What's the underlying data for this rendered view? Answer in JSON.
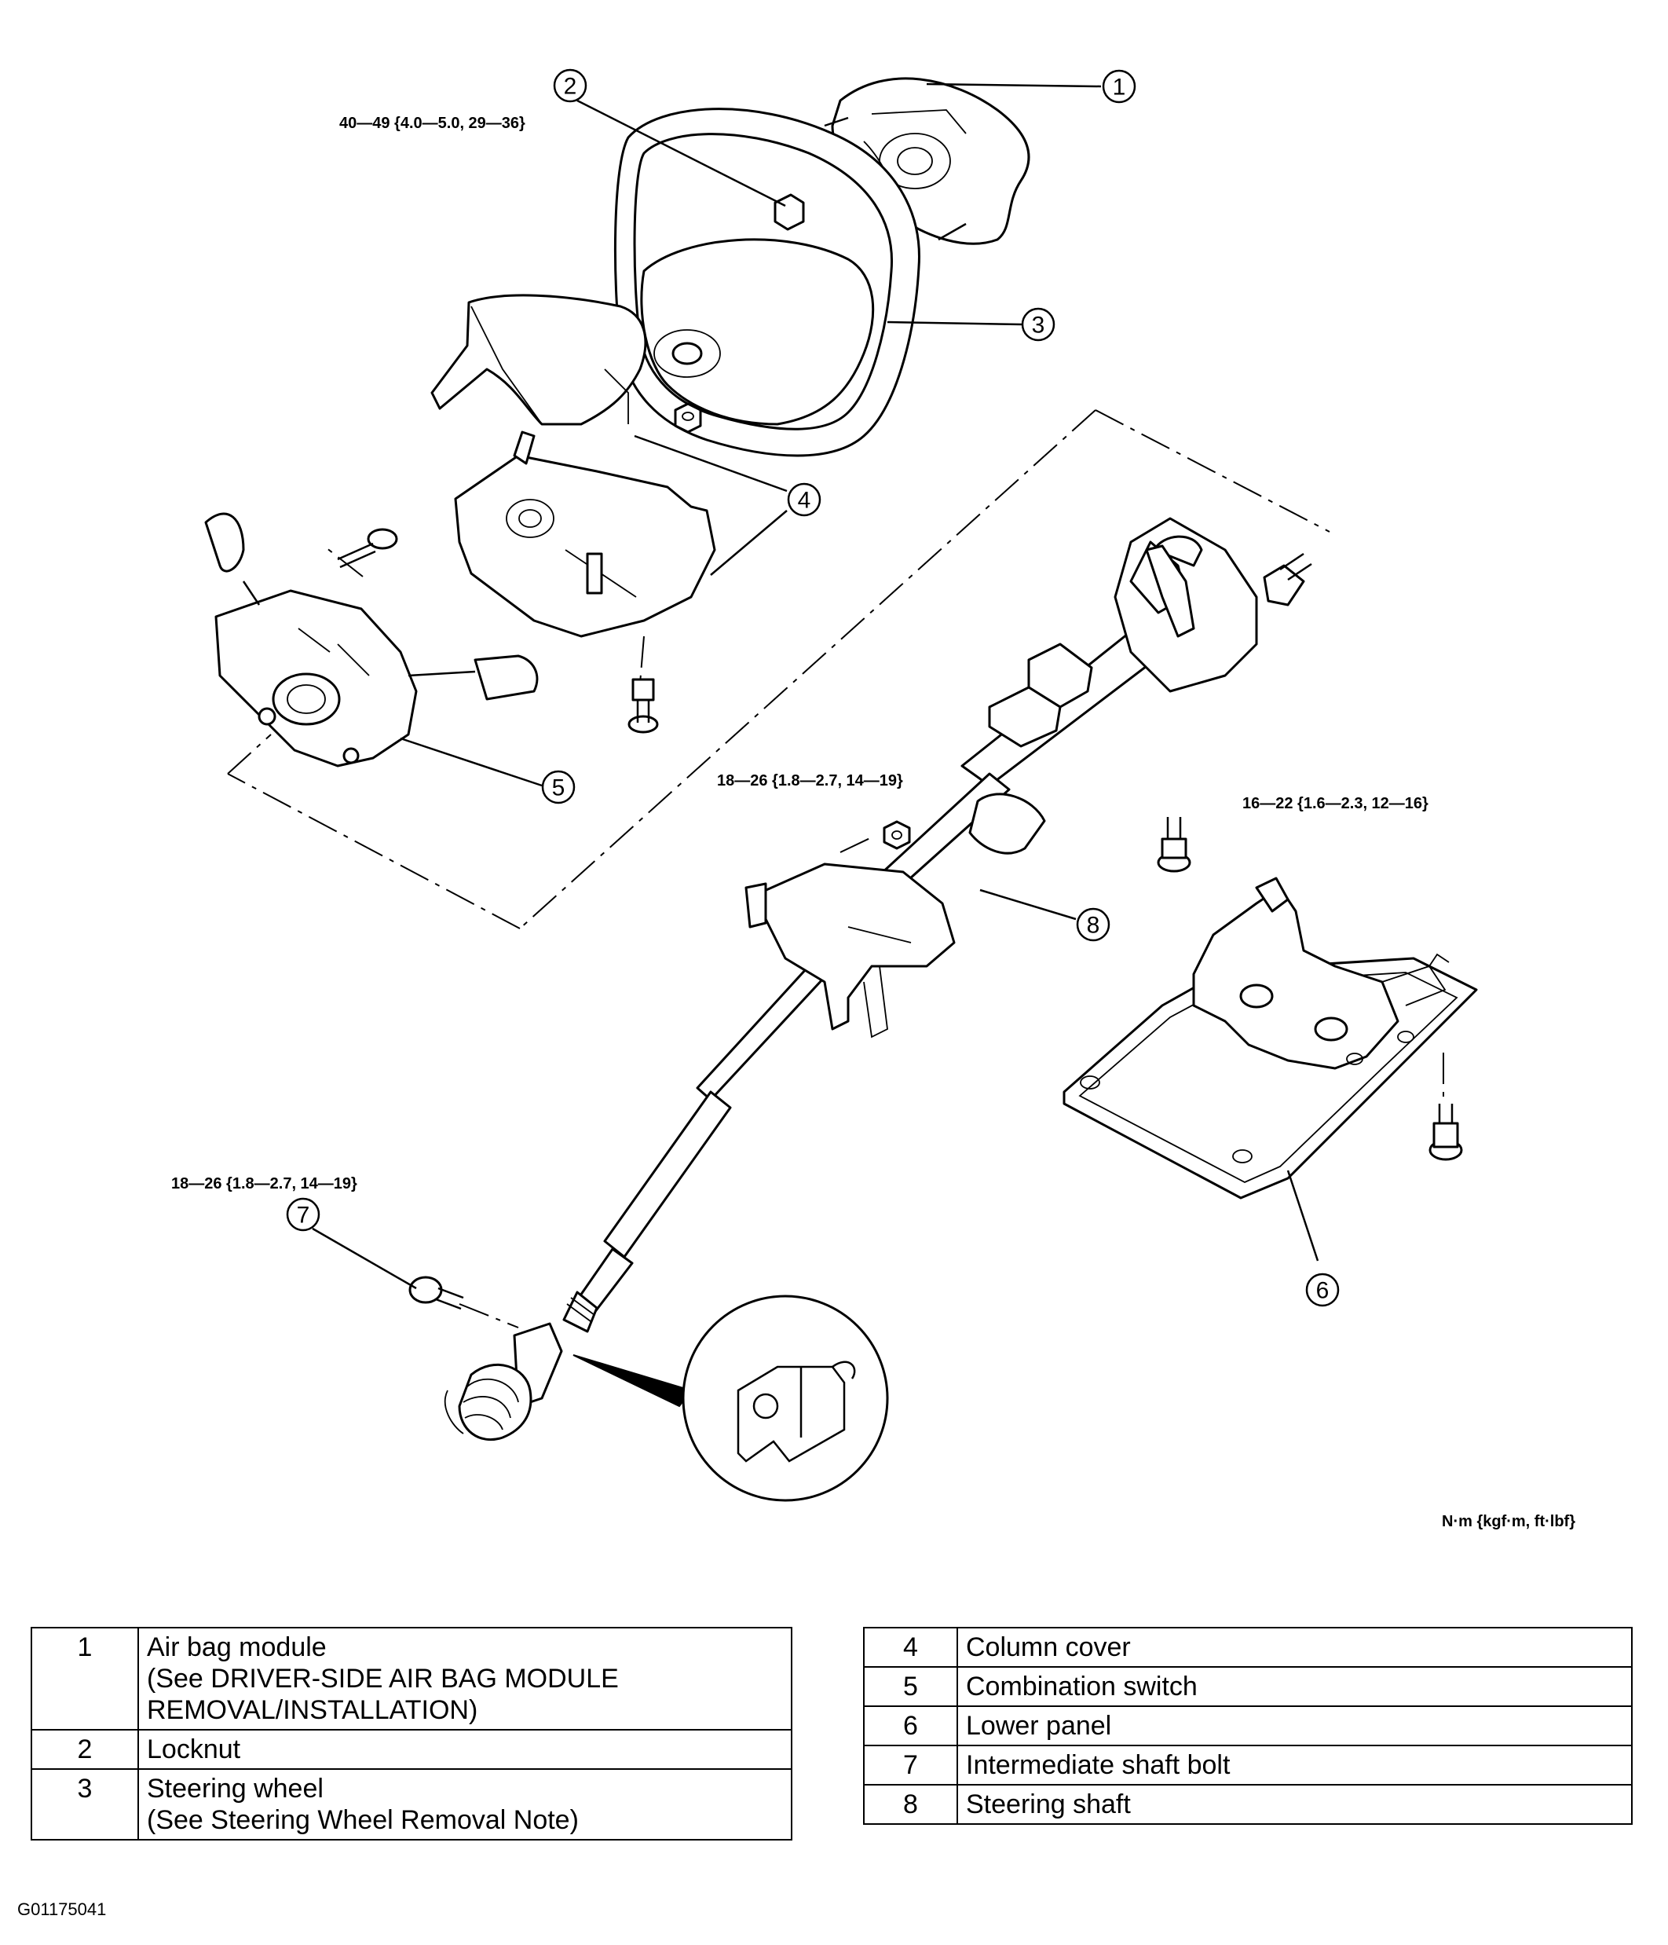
{
  "figure_code": "G01175041",
  "units_note": "N·m {kgf·m, ft·lbf}",
  "torque_labels": {
    "locknut": "40—49 {4.0—5.0, 29—36}",
    "column_bracket_nut": "18—26 {1.8—2.7, 14—19}",
    "column_bolt": "16—22 {1.6—2.3, 12—16}",
    "intermediate_shaft_bolt": "18—26 {1.8—2.7, 14—19}"
  },
  "callouts": [
    "1",
    "2",
    "3",
    "4",
    "5",
    "6",
    "7",
    "8"
  ],
  "legend_left": [
    {
      "num": "1",
      "lines": [
        "Air bag module",
        "(See DRIVER-SIDE AIR BAG MODULE",
        "REMOVAL/INSTALLATION)"
      ]
    },
    {
      "num": "2",
      "lines": [
        "Locknut"
      ]
    },
    {
      "num": "3",
      "lines": [
        "Steering wheel",
        "(See Steering Wheel Removal Note)"
      ]
    }
  ],
  "legend_right": [
    {
      "num": "4",
      "lines": [
        "Column cover"
      ]
    },
    {
      "num": "5",
      "lines": [
        "Combination switch"
      ]
    },
    {
      "num": "6",
      "lines": [
        "Lower panel"
      ]
    },
    {
      "num": "7",
      "lines": [
        "Intermediate shaft bolt"
      ]
    },
    {
      "num": "8",
      "lines": [
        "Steering shaft"
      ]
    }
  ]
}
